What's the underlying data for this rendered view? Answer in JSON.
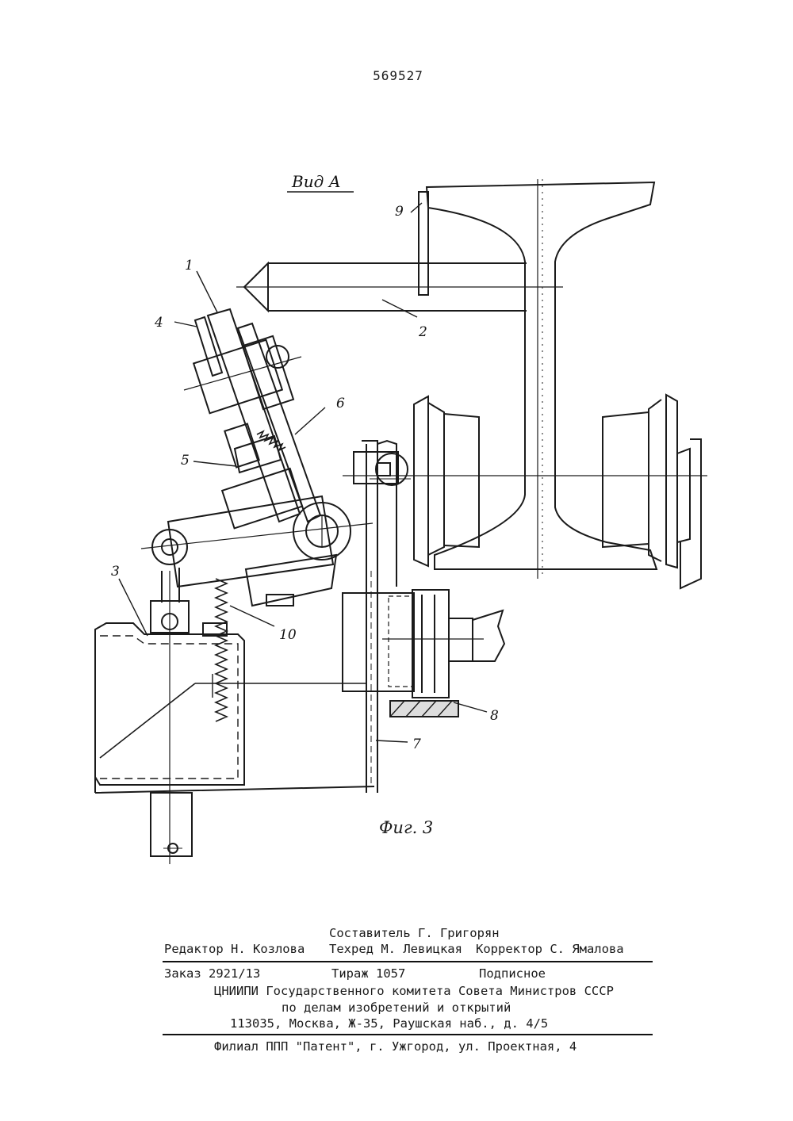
{
  "patent_number": "569527",
  "figure": {
    "view_label": "Вид А",
    "caption": "Фиг. 3",
    "callouts": [
      "1",
      "2",
      "3",
      "4",
      "5",
      "6",
      "7",
      "8",
      "9",
      "10"
    ]
  },
  "imprint": {
    "compiler": "Составитель Г. Григорян",
    "editor": "Редактор Н. Козлова",
    "tech_editor": "Техред М. Левицкая",
    "corrector": "Корректор С. Ямалова",
    "order": "Заказ 2921/13",
    "print_run": "Тираж 1057",
    "subscription": "Подписное",
    "org_line1": "ЦНИИПИ Государственного комитета Совета Министров СССР",
    "org_line2": "по делам изобретений и открытий",
    "address": "113035, Москва, Ж-35, Раушская наб., д. 4/5",
    "branch": "Филиал ППП \"Патент\", г. Ужгород, ул. Проектная, 4"
  }
}
